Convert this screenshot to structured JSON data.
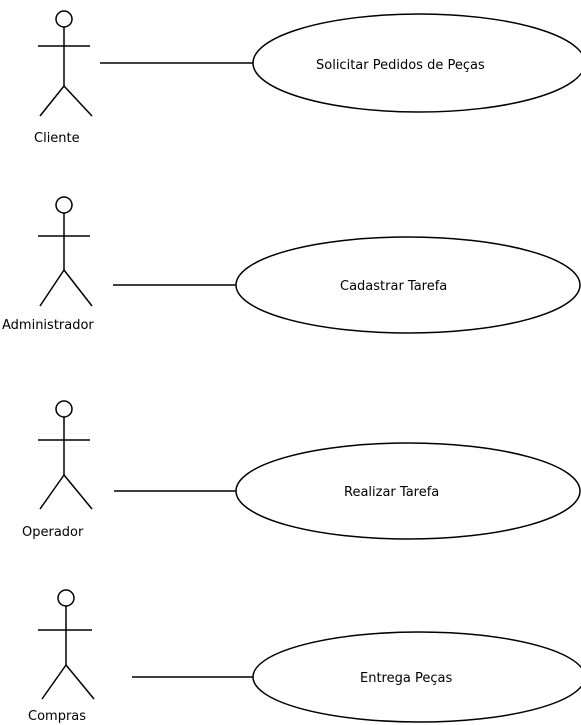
{
  "diagram": {
    "actors": [
      {
        "name": "Cliente"
      },
      {
        "name": "Administrador"
      },
      {
        "name": "Operador"
      },
      {
        "name": "Compras"
      }
    ],
    "use_cases": [
      {
        "label": "Solicitar Pedidos de Peças"
      },
      {
        "label": "Cadastrar Tarefa"
      },
      {
        "label": "Realizar Tarefa"
      },
      {
        "label": "Entrega Peças"
      }
    ],
    "colors": {
      "stroke": "#000000",
      "background": "#ffffff"
    }
  }
}
